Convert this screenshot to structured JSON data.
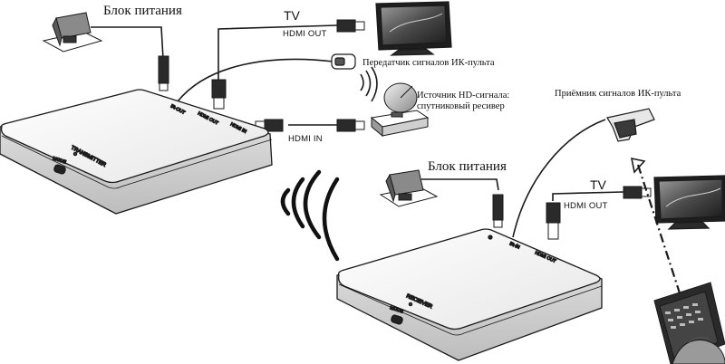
{
  "labels": {
    "power_supply_tx": "Блок питания",
    "tv_tx": "TV",
    "hdmi_out_tx": "HDMI OUT",
    "ir_transmitter": "Передатчик сигналов ИК-пульта",
    "hd_source": "Источник HD-сигнала:\nспутниковый ресивер",
    "hdmi_in": "HDMI IN",
    "ir_receiver": "Приёмник сигналов ИК-пульта",
    "power_supply_rx": "Блок питания",
    "tv_rx": "TV",
    "hdmi_out_rx": "HDMI OUT"
  },
  "transmitter": {
    "name": "TRANSMITTER",
    "mode": "MODE",
    "ports": [
      "IR-OUT",
      "HDMI OUT",
      "HDMI IN"
    ]
  },
  "receiver": {
    "name": "RECEIVER",
    "mode": "MODE",
    "ports": [
      "IR-IN",
      "HDMI OUT"
    ]
  },
  "colors": {
    "line": "#1a1a1a",
    "device_top": "#f3f3f3",
    "device_side": "#d9d9d9",
    "screen": "#3a3a3a"
  }
}
